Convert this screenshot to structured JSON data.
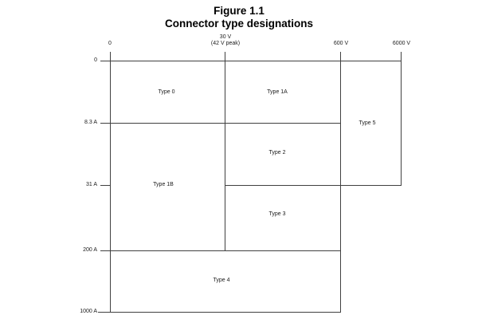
{
  "figure": {
    "number": "Figure 1.1",
    "caption": "Connector type designations"
  },
  "x_axis": {
    "quantity": "voltage",
    "ticks": [
      {
        "label": "0"
      },
      {
        "label": "30 V",
        "sublabel": "(42 V peak)"
      },
      {
        "label": "600 V"
      },
      {
        "label": "6000 V"
      }
    ]
  },
  "y_axis": {
    "quantity": "current",
    "ticks": [
      {
        "label": "0"
      },
      {
        "label": "8.3 A"
      },
      {
        "label": "31 A"
      },
      {
        "label": "200 A"
      },
      {
        "label": "1000 A"
      }
    ]
  },
  "regions": [
    {
      "label": "Type 0",
      "voltage_range": "0-30 V",
      "current_range": "0-8.3 A"
    },
    {
      "label": "Type 1A",
      "voltage_range": "30-600 V",
      "current_range": "0-8.3 A"
    },
    {
      "label": "Type 1B",
      "voltage_range": "0-30 V",
      "current_range": "8.3-200 A"
    },
    {
      "label": "Type 2",
      "voltage_range": "30-600 V",
      "current_range": "8.3-31 A"
    },
    {
      "label": "Type 3",
      "voltage_range": "30-600 V",
      "current_range": "31-200 A"
    },
    {
      "label": "Type 4",
      "voltage_range": "0-600 V",
      "current_range": "200-1000 A"
    },
    {
      "label": "Type 5",
      "voltage_range": "600-6000 V",
      "current_range": "0-31 A"
    }
  ],
  "colors": {
    "line": "#404040",
    "text": "#1a1a1a",
    "title": "#000000",
    "background": "#ffffff"
  }
}
